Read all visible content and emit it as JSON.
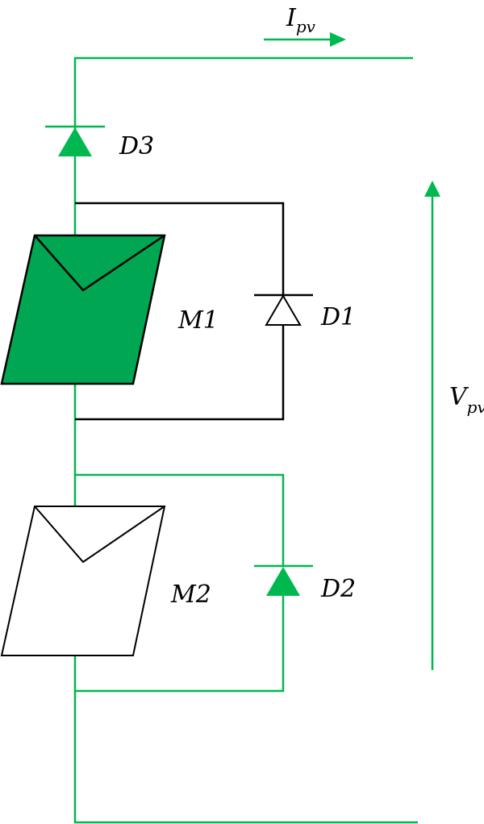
{
  "colors": {
    "wire_active": "#00b84f",
    "wire_bypass": "#000000",
    "module_m1_fill": "#00a651",
    "module_m2_fill": "#ffffff",
    "diode_active_fill": "#00b84f",
    "diode_inactive_fill": "#ffffff",
    "text": "#000000"
  },
  "labels": {
    "current_main": "I",
    "current_sub": "pv",
    "voltage_main": "V",
    "voltage_sub": "pv",
    "module_1": "M1",
    "module_2": "M2",
    "diode_1": "D1",
    "diode_2": "D2",
    "diode_3": "D3"
  }
}
